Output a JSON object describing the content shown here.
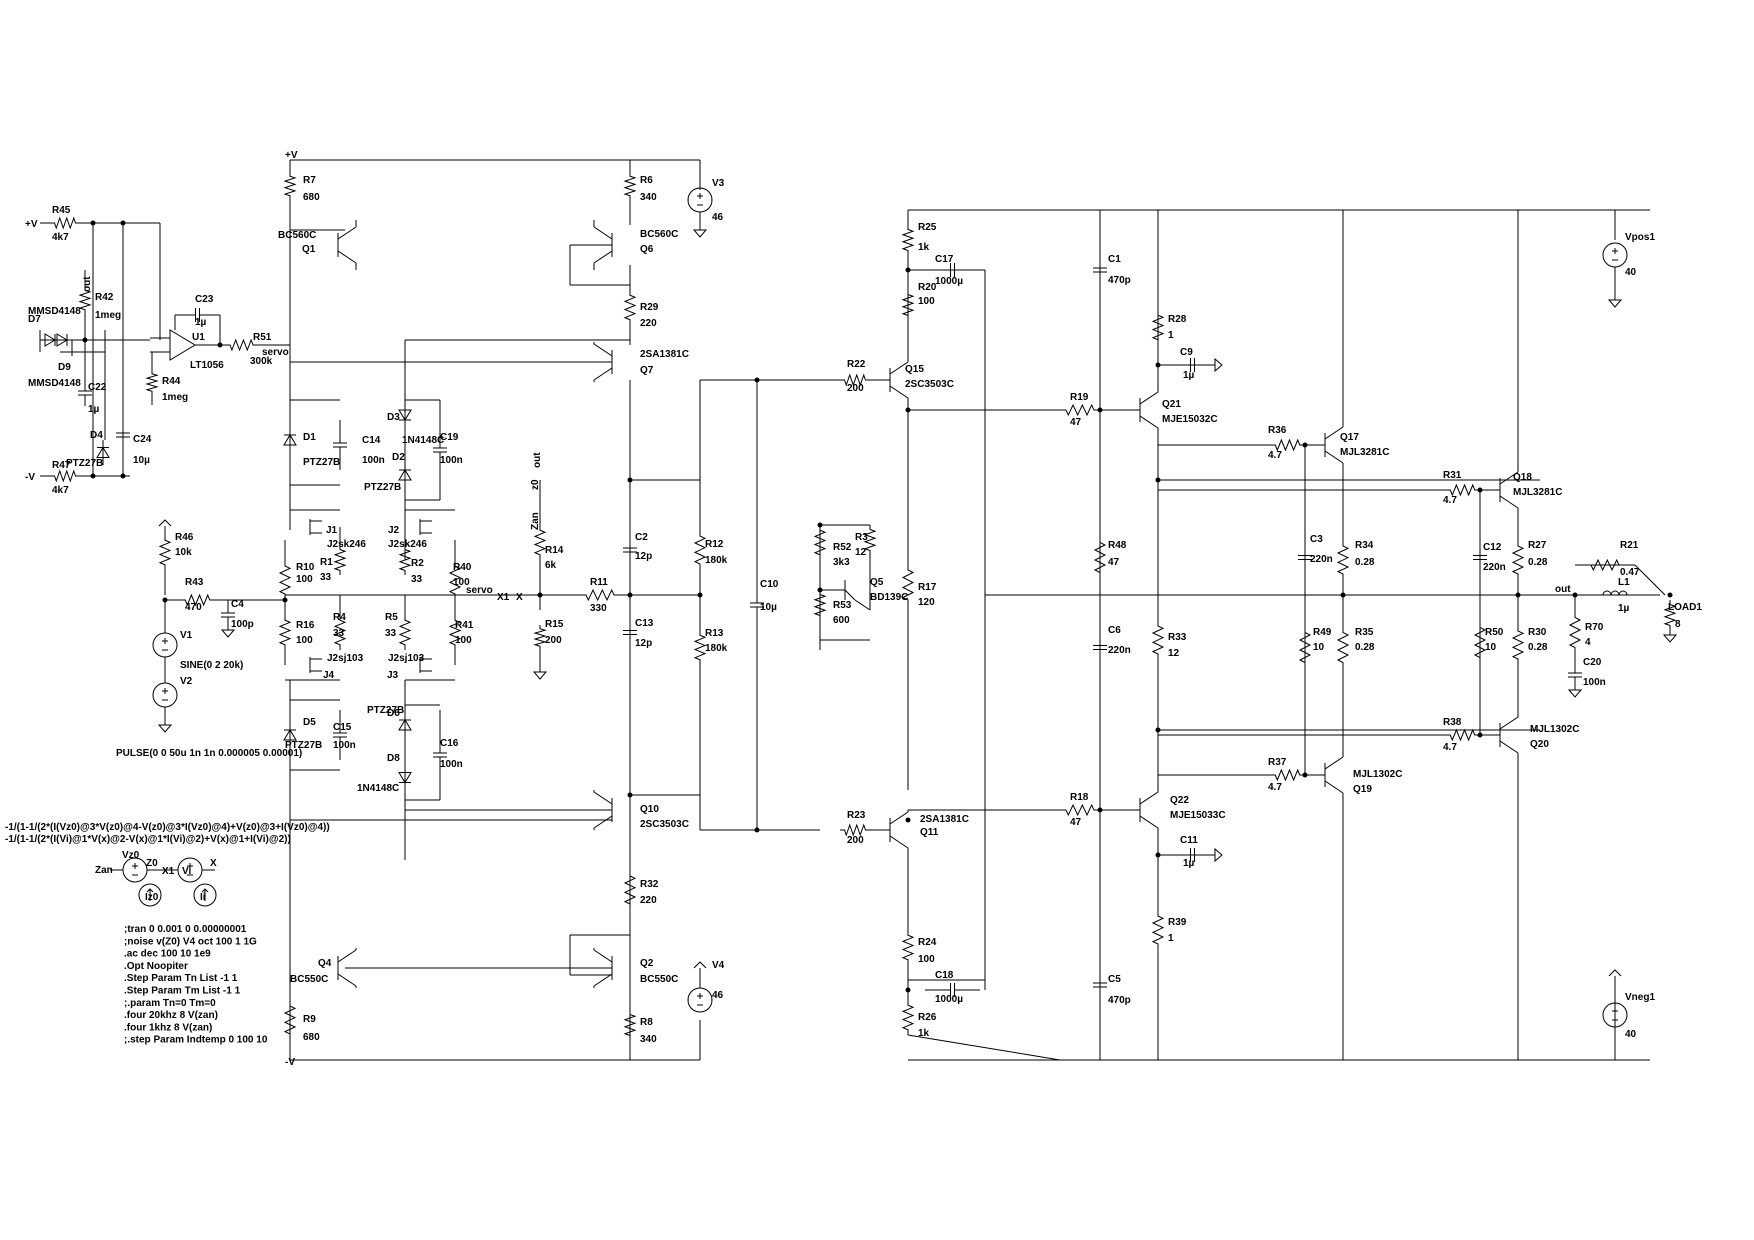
{
  "colors": {
    "background": "#ffffff",
    "ink": "#000000"
  },
  "labels": {
    "vplus_top": "+V",
    "vminus_bot": "-V",
    "vplus_servo": "+V",
    "vminus_servo": "-V",
    "out_top": "out",
    "servo_a": "servo",
    "servo_b": "servo",
    "x_a": "X1",
    "x_b": "X",
    "zan_a": "Zan",
    "z0_a": "z0",
    "out_mid": "out",
    "out_right": "out"
  },
  "components": [
    {
      "ref": "R45",
      "value": "4k7"
    },
    {
      "ref": "R42",
      "value": "1meg"
    },
    {
      "ref": "D7",
      "value": "MMSD4148"
    },
    {
      "ref": "D9",
      "value": "MMSD4148"
    },
    {
      "ref": "C23",
      "value": "1µ"
    },
    {
      "ref": "U1",
      "value": "LT1056"
    },
    {
      "ref": "R51",
      "value": "300k"
    },
    {
      "ref": "R44",
      "value": "1meg"
    },
    {
      "ref": "C22",
      "value": "1µ"
    },
    {
      "ref": "D4",
      "value": "PTZ27B"
    },
    {
      "ref": "C24",
      "value": "10µ"
    },
    {
      "ref": "R47",
      "value": "4k7"
    },
    {
      "ref": "R7",
      "value": "680"
    },
    {
      "ref": "Q1",
      "value": "BC560C"
    },
    {
      "ref": "R6",
      "value": "340"
    },
    {
      "ref": "Q6",
      "value": "BC560C"
    },
    {
      "ref": "V3",
      "value": "46"
    },
    {
      "ref": "R29",
      "value": "220"
    },
    {
      "ref": "Q7",
      "value": "2SA1381C"
    },
    {
      "ref": "D1",
      "value": "PTZ27B"
    },
    {
      "ref": "C14",
      "value": "100n"
    },
    {
      "ref": "D3",
      "value": "1N4148C"
    },
    {
      "ref": "D2",
      "value": "PTZ27B"
    },
    {
      "ref": "C19",
      "value": "100n"
    },
    {
      "ref": "J1",
      "value": "J2sk246"
    },
    {
      "ref": "J2",
      "value": "J2sk246"
    },
    {
      "ref": "R1",
      "value": "33"
    },
    {
      "ref": "R10",
      "value": "100"
    },
    {
      "ref": "R2",
      "value": "33"
    },
    {
      "ref": "R40",
      "value": "100"
    },
    {
      "ref": "R46",
      "value": "10k"
    },
    {
      "ref": "R43",
      "value": "470"
    },
    {
      "ref": "C4",
      "value": "100p"
    },
    {
      "ref": "V1",
      "value": "SINE(0 2 20k)"
    },
    {
      "ref": "V2",
      "value": "PULSE(0 0 50u 1n 1n 0.000005 0.00001)"
    },
    {
      "ref": "R16",
      "value": "100"
    },
    {
      "ref": "R4",
      "value": "33"
    },
    {
      "ref": "R5",
      "value": "33"
    },
    {
      "ref": "R41",
      "value": "100"
    },
    {
      "ref": "J4",
      "value": "J2sj103"
    },
    {
      "ref": "J3",
      "value": "J2sj103"
    },
    {
      "ref": "D5",
      "value": "PTZ27B"
    },
    {
      "ref": "C15",
      "value": "100n"
    },
    {
      "ref": "D6",
      "value": "PTZ27B"
    },
    {
      "ref": "D8",
      "value": "1N4148C"
    },
    {
      "ref": "C16",
      "value": "100n"
    },
    {
      "ref": "R14",
      "value": "6k"
    },
    {
      "ref": "R15",
      "value": "200"
    },
    {
      "ref": "R11",
      "value": "330"
    },
    {
      "ref": "C2",
      "value": "12p"
    },
    {
      "ref": "C13",
      "value": "12p"
    },
    {
      "ref": "R12",
      "value": "180k"
    },
    {
      "ref": "R13",
      "value": "180k"
    },
    {
      "ref": "C10",
      "value": "10µ"
    },
    {
      "ref": "Q10",
      "value": "2SC3503C"
    },
    {
      "ref": "R32",
      "value": "220"
    },
    {
      "ref": "Q4",
      "value": "BC550C"
    },
    {
      "ref": "Q2",
      "value": "BC550C"
    },
    {
      "ref": "V4",
      "value": "46"
    },
    {
      "ref": "R9",
      "value": "680"
    },
    {
      "ref": "R8",
      "value": "340"
    },
    {
      "ref": "R22",
      "value": "200"
    },
    {
      "ref": "Q15",
      "value": "2SC3503C"
    },
    {
      "ref": "R25",
      "value": "1k"
    },
    {
      "ref": "C17",
      "value": "1000µ"
    },
    {
      "ref": "R20",
      "value": "100"
    },
    {
      "ref": "R52",
      "value": "3k3"
    },
    {
      "ref": "R3",
      "value": "12"
    },
    {
      "ref": "Q5",
      "value": "BD139C"
    },
    {
      "ref": "R53",
      "value": "600"
    },
    {
      "ref": "R17",
      "value": "120"
    },
    {
      "ref": "R23",
      "value": "200"
    },
    {
      "ref": "Q11",
      "value": "2SA1381C"
    },
    {
      "ref": "R24",
      "value": "100"
    },
    {
      "ref": "C18",
      "value": "1000µ"
    },
    {
      "ref": "R26",
      "value": "1k"
    },
    {
      "ref": "C1",
      "value": "470p"
    },
    {
      "ref": "R48",
      "value": "47"
    },
    {
      "ref": "C6",
      "value": "220n"
    },
    {
      "ref": "C5",
      "value": "470p"
    },
    {
      "ref": "R28",
      "value": "1"
    },
    {
      "ref": "C9",
      "value": "1µ"
    },
    {
      "ref": "R19",
      "value": "47"
    },
    {
      "ref": "Q21",
      "value": "MJE15032C"
    },
    {
      "ref": "R33",
      "value": "12"
    },
    {
      "ref": "R18",
      "value": "47"
    },
    {
      "ref": "Q22",
      "value": "MJE15033C"
    },
    {
      "ref": "C11",
      "value": "1µ"
    },
    {
      "ref": "R39",
      "value": "1"
    },
    {
      "ref": "R36",
      "value": "4.7"
    },
    {
      "ref": "Q17",
      "value": "MJL3281C"
    },
    {
      "ref": "C3",
      "value": "220n"
    },
    {
      "ref": "R34",
      "value": "0.28"
    },
    {
      "ref": "R49",
      "value": "10"
    },
    {
      "ref": "R35",
      "value": "0.28"
    },
    {
      "ref": "R37",
      "value": "4.7"
    },
    {
      "ref": "Q19",
      "value": "MJL1302C"
    },
    {
      "ref": "R31",
      "value": "4.7"
    },
    {
      "ref": "Q18",
      "value": "MJL3281C"
    },
    {
      "ref": "C12",
      "value": "220n"
    },
    {
      "ref": "R27",
      "value": "0.28"
    },
    {
      "ref": "R50",
      "value": "10"
    },
    {
      "ref": "R30",
      "value": "0.28"
    },
    {
      "ref": "R38",
      "value": "4.7"
    },
    {
      "ref": "Q20",
      "value": "MJL1302C"
    },
    {
      "ref": "Vpos1",
      "value": "40"
    },
    {
      "ref": "Vneg1",
      "value": "40"
    },
    {
      "ref": "R21",
      "value": "0.47"
    },
    {
      "ref": "L1",
      "value": "1µ"
    },
    {
      "ref": "R70",
      "value": "4"
    },
    {
      "ref": "C20",
      "value": "100n"
    },
    {
      "ref": "LOAD1",
      "value": "8"
    }
  ],
  "probes": {
    "vz0": "Vz0",
    "z0": "Z0",
    "zan": "Zan",
    "x1": "X1",
    "vi": "Vi",
    "x": "X",
    "iz0": "Iz0",
    "ii": "Ii"
  },
  "expressions": [
    "-1/(1-1/(2*(I(Vz0)@3*V(z0)@4-V(z0)@3*I(Vz0)@4)+V(z0)@3+I(Vz0)@4))",
    "-1/(1-1/(2*(I(Vi)@1*V(x)@2-V(x)@1*I(Vi)@2)+V(x)@1+I(Vi)@2))"
  ],
  "directives": [
    ";tran 0 0.001 0 0.00000001",
    ";noise v(Z0) V4 oct 100 1 1G",
    ".ac dec 100 10 1e9",
    ".Opt Noopiter",
    ".Step Param Tn List -1 1",
    ".Step Param Tm List -1 1",
    ";.param Tn=0 Tm=0",
    ".four 20khz 8 V(zan)",
    ".four 1khz 8 V(zan)",
    ";.step Param Indtemp 0 100 10"
  ]
}
